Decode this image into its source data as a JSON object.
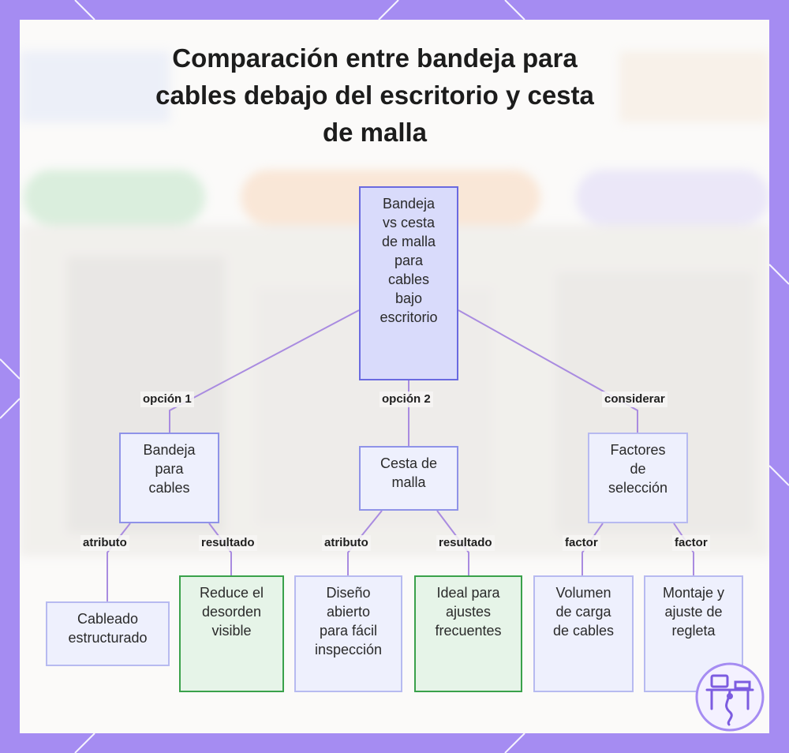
{
  "title": "Comparación entre bandeja para cables debajo del escritorio y cesta de malla",
  "colors": {
    "frame": "#a58cf2",
    "root_fill": "#d9dbfb",
    "root_border": "#6a6ae0",
    "node_fill": "#eef0fd",
    "node_border": "#8f93e8",
    "green_fill": "#e6f4e8",
    "green_border": "#3aa14b",
    "link": "#a98be0"
  },
  "nodes": {
    "root": [
      "Bandeja",
      "vs cesta",
      "de malla",
      "para",
      "cables",
      "bajo",
      "escritorio"
    ],
    "bandeja": [
      "Bandeja",
      "para",
      "cables"
    ],
    "cesta": [
      "Cesta de",
      "malla"
    ],
    "factores": [
      "Factores",
      "de",
      "selección"
    ],
    "cableado": [
      "Cableado",
      "estructurado"
    ],
    "reduce": [
      "Reduce el",
      "desorden",
      "visible"
    ],
    "diseno": [
      "Diseño",
      "abierto",
      "para fácil",
      "inspección"
    ],
    "ideal": [
      "Ideal para",
      "ajustes",
      "frecuentes"
    ],
    "volumen": [
      "Volumen",
      "de carga",
      "de cables"
    ],
    "montaje": [
      "Montaje y",
      "ajuste de",
      "regleta"
    ]
  },
  "edge_labels": {
    "opcion1": "opción 1",
    "opcion2": "opción 2",
    "considerar": "considerar",
    "atributo1": "atributo",
    "resultado1": "resultado",
    "atributo2": "atributo",
    "resultado2": "resultado",
    "factor1": "factor",
    "factor2": "factor"
  },
  "icons": {
    "logo": "desk-cable-logo-icon"
  }
}
